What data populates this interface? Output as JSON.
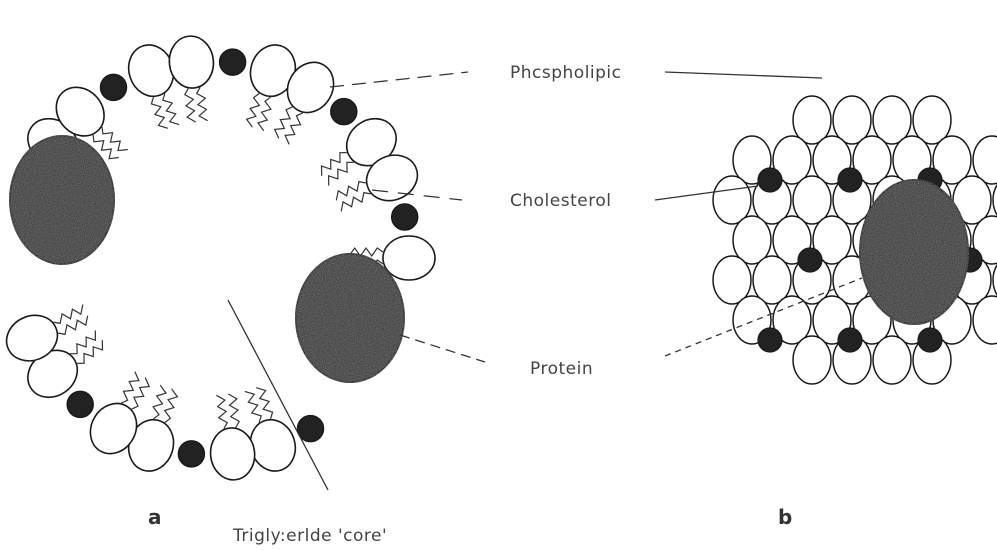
{
  "labels": {
    "phospholipid": "Phcspholipic",
    "cholesterol": "Cholesterol",
    "protein": "Protein",
    "core": "Trigly:erlde 'core'",
    "panel_a": "a",
    "panel_b": "b"
  },
  "colors": {
    "outline": "#1a1a1a",
    "phospholipid_head": "#ffffff",
    "cholesterol": "#222222",
    "protein": "#3a3a3a",
    "lines": "#333333",
    "label_text": "#444444"
  }
}
